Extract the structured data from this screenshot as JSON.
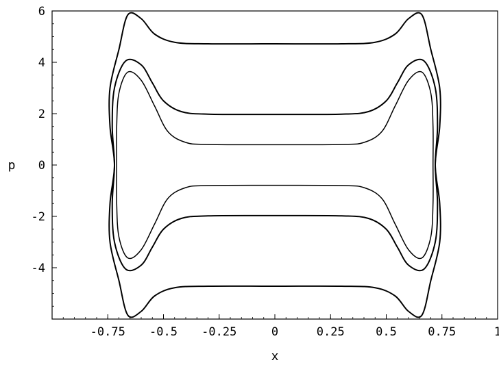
{
  "chart_data": {
    "type": "line",
    "title": "",
    "xlabel": "x",
    "ylabel": "p",
    "xlim": [
      -1,
      1
    ],
    "ylim": [
      -6,
      6
    ],
    "grid": false,
    "x_ticks": [
      {
        "value": -0.75,
        "label": "-0.75"
      },
      {
        "value": -0.5,
        "label": "-0.5"
      },
      {
        "value": -0.25,
        "label": "-0.25"
      },
      {
        "value": 0,
        "label": "0"
      },
      {
        "value": 0.25,
        "label": "0.25"
      },
      {
        "value": 0.5,
        "label": "0.5"
      },
      {
        "value": 0.75,
        "label": "0.75"
      },
      {
        "value": 1,
        "label": "1"
      }
    ],
    "y_ticks": [
      {
        "value": 6,
        "label": "6"
      },
      {
        "value": 4,
        "label": "4"
      },
      {
        "value": 2,
        "label": "2"
      },
      {
        "value": 0,
        "label": "0"
      },
      {
        "value": -2,
        "label": "-2"
      },
      {
        "value": -4,
        "label": "-4"
      }
    ],
    "series": [
      {
        "color": "#000000",
        "points": [
          [
            0.72,
            0
          ],
          [
            0.74,
            1.5
          ],
          [
            0.74,
            3.0
          ],
          [
            0.7,
            4.5
          ],
          [
            0.66,
            5.85
          ],
          [
            0.6,
            5.7
          ],
          [
            0.54,
            5.1
          ],
          [
            0.45,
            4.78
          ],
          [
            0.3,
            4.72
          ],
          [
            0,
            4.72
          ],
          [
            -0.3,
            4.72
          ],
          [
            -0.45,
            4.78
          ],
          [
            -0.54,
            5.1
          ],
          [
            -0.6,
            5.7
          ],
          [
            -0.66,
            5.85
          ],
          [
            -0.7,
            4.5
          ],
          [
            -0.74,
            3.0
          ],
          [
            -0.74,
            1.5
          ],
          [
            -0.72,
            0
          ],
          [
            -0.74,
            -1.5
          ],
          [
            -0.74,
            -3.0
          ],
          [
            -0.7,
            -4.5
          ],
          [
            -0.66,
            -5.85
          ],
          [
            -0.6,
            -5.7
          ],
          [
            -0.54,
            -5.1
          ],
          [
            -0.45,
            -4.78
          ],
          [
            -0.3,
            -4.72
          ],
          [
            0,
            -4.72
          ],
          [
            0.3,
            -4.72
          ],
          [
            0.45,
            -4.78
          ],
          [
            0.54,
            -5.1
          ],
          [
            0.6,
            -5.7
          ],
          [
            0.66,
            -5.85
          ],
          [
            0.7,
            -4.5
          ],
          [
            0.74,
            -3.0
          ],
          [
            0.74,
            -1.5
          ],
          [
            0.72,
            0
          ]
        ]
      },
      {
        "color": "#000000",
        "points": [
          [
            0.72,
            0
          ],
          [
            0.73,
            1.5
          ],
          [
            0.72,
            3.0
          ],
          [
            0.67,
            4.05
          ],
          [
            0.6,
            3.9
          ],
          [
            0.55,
            3.2
          ],
          [
            0.5,
            2.5
          ],
          [
            0.42,
            2.08
          ],
          [
            0.3,
            1.98
          ],
          [
            0,
            1.97
          ],
          [
            -0.3,
            1.98
          ],
          [
            -0.42,
            2.08
          ],
          [
            -0.5,
            2.5
          ],
          [
            -0.55,
            3.2
          ],
          [
            -0.6,
            3.9
          ],
          [
            -0.67,
            4.05
          ],
          [
            -0.72,
            3.0
          ],
          [
            -0.73,
            1.5
          ],
          [
            -0.72,
            0
          ],
          [
            -0.73,
            -1.5
          ],
          [
            -0.72,
            -3.0
          ],
          [
            -0.67,
            -4.05
          ],
          [
            -0.6,
            -3.9
          ],
          [
            -0.55,
            -3.2
          ],
          [
            -0.5,
            -2.5
          ],
          [
            -0.42,
            -2.08
          ],
          [
            -0.3,
            -1.98
          ],
          [
            0,
            -1.97
          ],
          [
            0.3,
            -1.98
          ],
          [
            0.42,
            -2.08
          ],
          [
            0.5,
            -2.5
          ],
          [
            0.55,
            -3.2
          ],
          [
            0.6,
            -3.9
          ],
          [
            0.67,
            -4.05
          ],
          [
            0.72,
            -3.0
          ],
          [
            0.73,
            -1.5
          ],
          [
            0.72,
            0
          ]
        ]
      },
      {
        "color": "#000000",
        "points": [
          [
            0.71,
            0
          ],
          [
            0.71,
            1.5
          ],
          [
            0.7,
            2.8
          ],
          [
            0.66,
            3.62
          ],
          [
            0.6,
            3.3
          ],
          [
            0.54,
            2.3
          ],
          [
            0.48,
            1.3
          ],
          [
            0.4,
            0.88
          ],
          [
            0.3,
            0.8
          ],
          [
            0,
            0.79
          ],
          [
            -0.3,
            0.8
          ],
          [
            -0.4,
            0.88
          ],
          [
            -0.48,
            1.3
          ],
          [
            -0.54,
            2.3
          ],
          [
            -0.6,
            3.3
          ],
          [
            -0.66,
            3.62
          ],
          [
            -0.7,
            2.8
          ],
          [
            -0.71,
            1.5
          ],
          [
            -0.71,
            0
          ],
          [
            -0.71,
            -1.5
          ],
          [
            -0.7,
            -2.8
          ],
          [
            -0.66,
            -3.62
          ],
          [
            -0.6,
            -3.3
          ],
          [
            -0.54,
            -2.3
          ],
          [
            -0.48,
            -1.3
          ],
          [
            -0.4,
            -0.88
          ],
          [
            -0.3,
            -0.8
          ],
          [
            0,
            -0.79
          ],
          [
            0.3,
            -0.8
          ],
          [
            0.4,
            -0.88
          ],
          [
            0.48,
            -1.3
          ],
          [
            0.54,
            -2.3
          ],
          [
            0.6,
            -3.3
          ],
          [
            0.66,
            -3.62
          ],
          [
            0.7,
            -2.8
          ],
          [
            0.71,
            -1.5
          ],
          [
            0.71,
            0
          ]
        ]
      }
    ]
  }
}
